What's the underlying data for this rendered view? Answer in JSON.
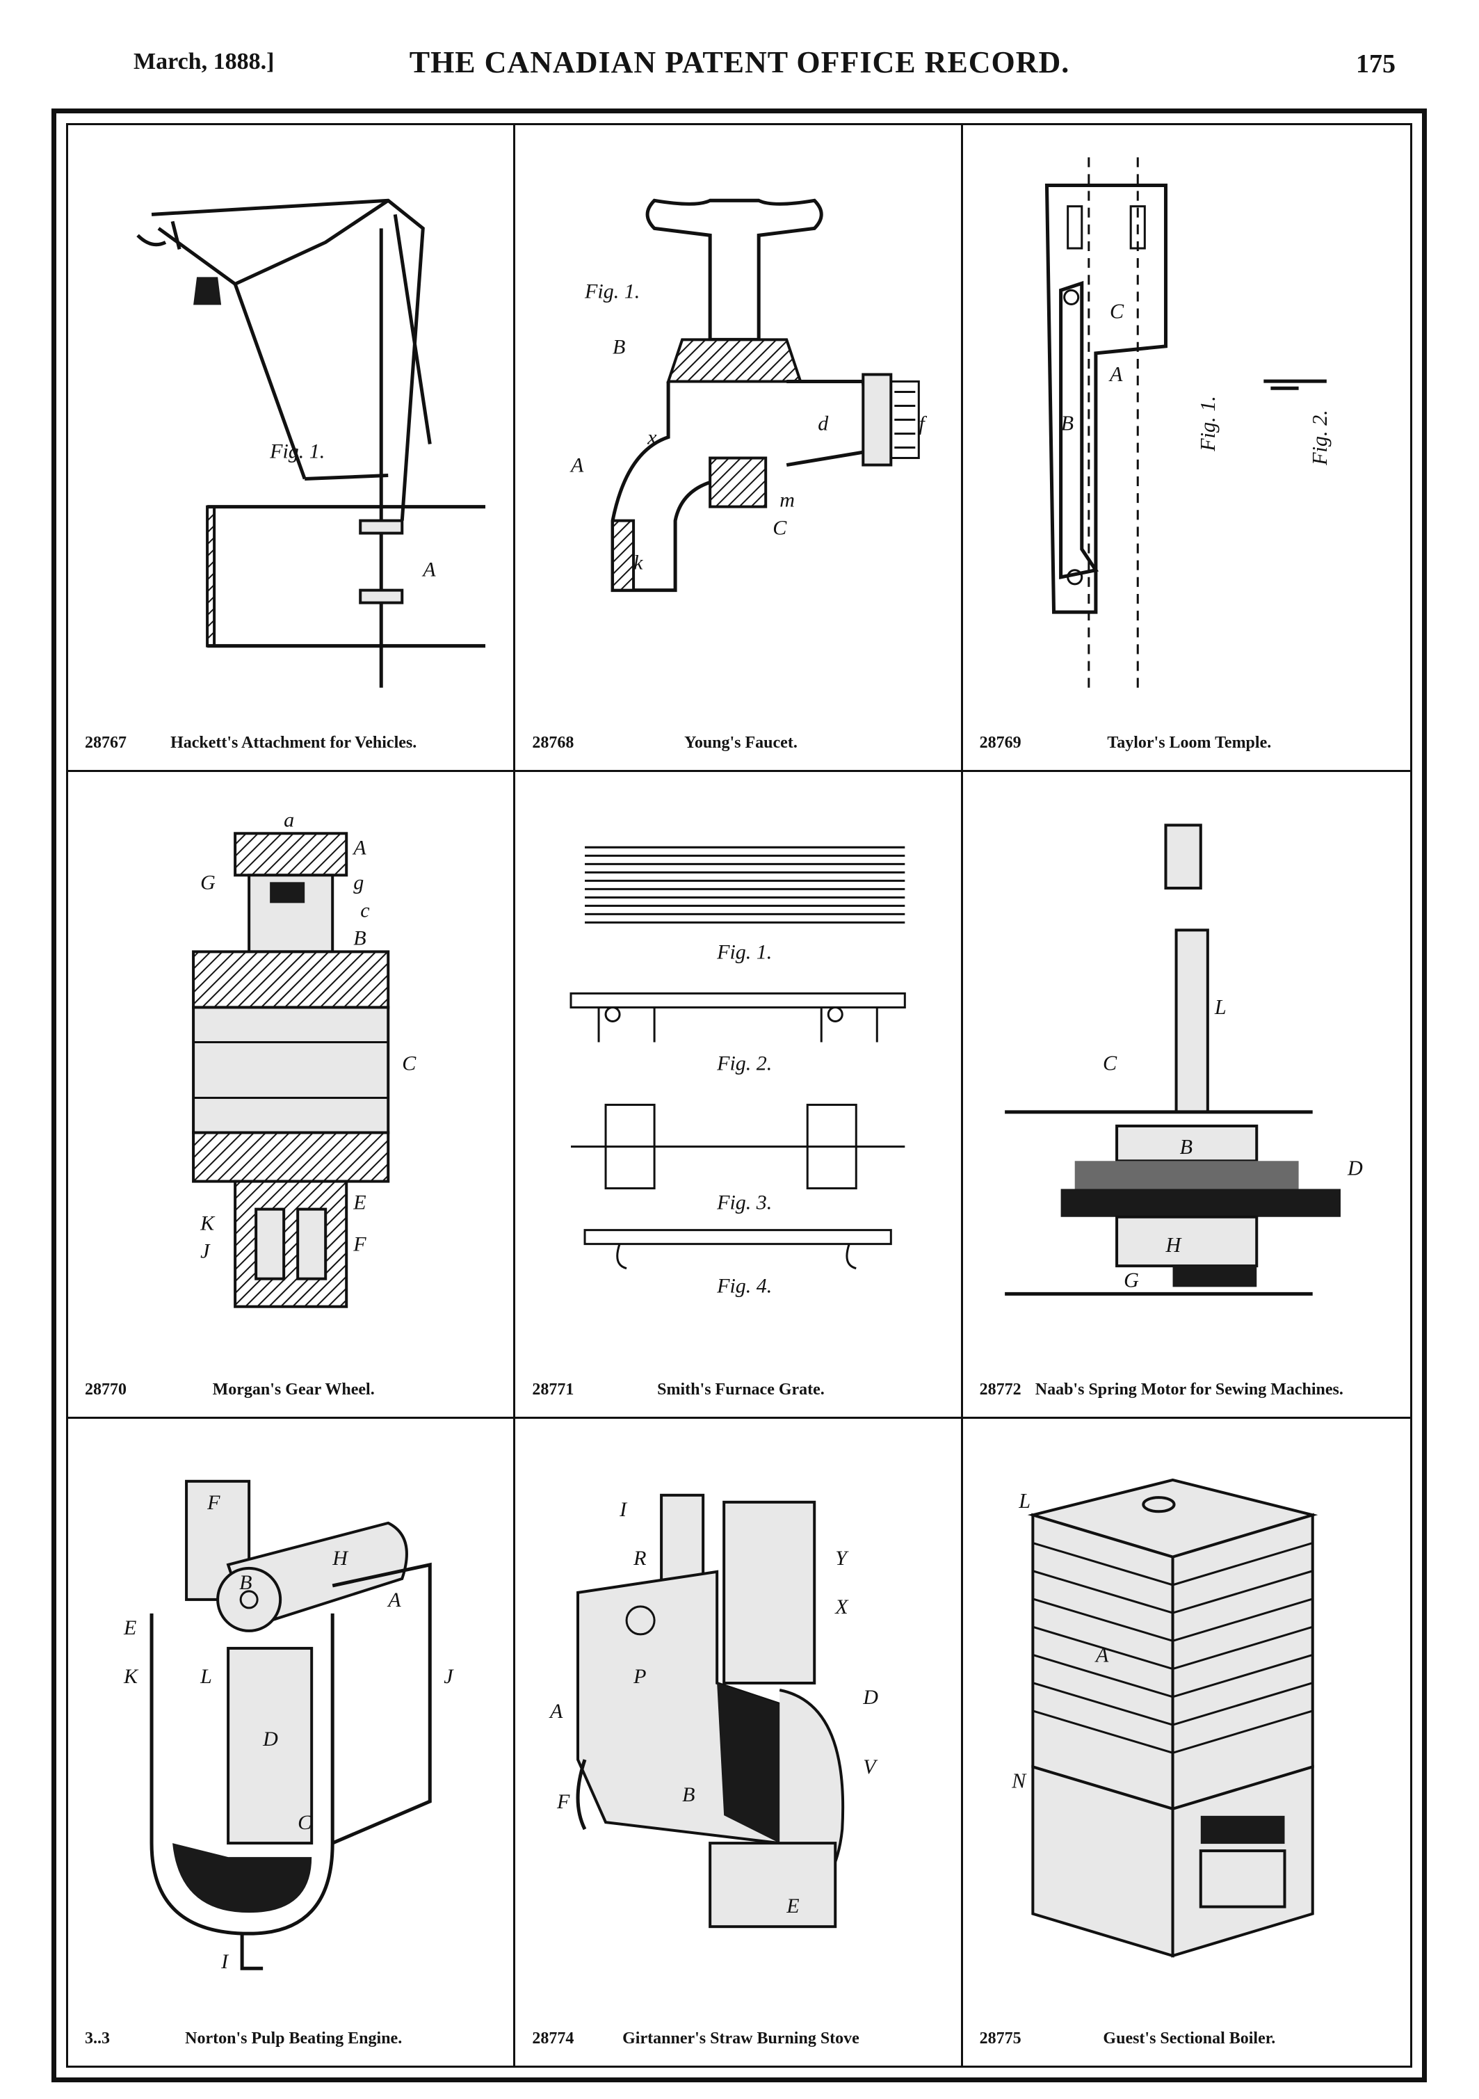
{
  "header": {
    "date": "March, 1888.]",
    "title": "THE CANADIAN PATENT OFFICE RECORD.",
    "page": "175"
  },
  "patents": [
    {
      "number": "28767",
      "name": "Hackett's Attachment for Vehicles.",
      "fig_labels": [
        "Fig. 1.",
        "A"
      ]
    },
    {
      "number": "28768",
      "name": "Young's Faucet.",
      "fig_labels": [
        "Fig. 1.",
        "B",
        "A",
        "d",
        "f",
        "k",
        "C",
        "m",
        "x"
      ]
    },
    {
      "number": "28769",
      "name": "Taylor's Loom Temple.",
      "fig_labels": [
        "Fig. 1.",
        "Fig. 2.",
        "B",
        "C",
        "A"
      ]
    },
    {
      "number": "28770",
      "name": "Morgan's Gear Wheel.",
      "fig_labels": [
        "a",
        "A",
        "G",
        "g",
        "c",
        "B",
        "C",
        "E",
        "K",
        "J",
        "F"
      ]
    },
    {
      "number": "28771",
      "name": "Smith's Furnace Grate.",
      "fig_labels": [
        "Fig. 1.",
        "Fig. 2.",
        "Fig. 3.",
        "Fig. 4."
      ]
    },
    {
      "number": "28772",
      "name": "Naab's Spring Motor for Sewing Machines.",
      "fig_labels": [
        "L",
        "C",
        "B",
        "H",
        "D",
        "G"
      ]
    },
    {
      "number": "3..3",
      "name": "Norton's Pulp Beating Engine.",
      "fig_labels": [
        "F",
        "H",
        "B",
        "E",
        "K",
        "L",
        "A",
        "J",
        "D",
        "C",
        "I"
      ]
    },
    {
      "number": "28774",
      "name": "Girtanner's Straw Burning Stove",
      "fig_labels": [
        "I",
        "R",
        "Y",
        "X",
        "P",
        "A",
        "D",
        "B",
        "V",
        "F",
        "E"
      ]
    },
    {
      "number": "28775",
      "name": "Guest's Sectional Boiler.",
      "fig_labels": [
        "L",
        "A",
        "N"
      ]
    }
  ]
}
